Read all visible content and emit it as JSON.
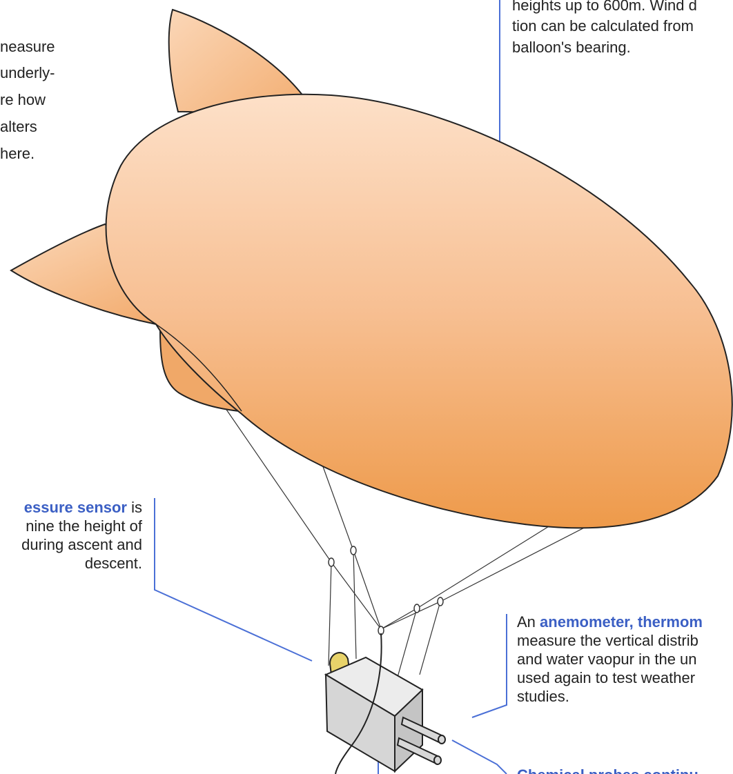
{
  "colors": {
    "accent": "#3b5fc4",
    "callout_line": "#4a6fd6",
    "balloon_light": "#fde0c8",
    "balloon_dark": "#ee9a4a",
    "box_fill": "#dcdcdc",
    "tab_fill": "#e8d36a"
  },
  "left_top_text": {
    "lines": [
      "neasure",
      "underly-",
      "re how",
      "alters",
      "here."
    ]
  },
  "right_top_text": {
    "lines": [
      "heights up to 600m. Wind d",
      "tion can be calculated from",
      "balloon's bearing."
    ]
  },
  "pressure_sensor": {
    "highlight": "essure sensor",
    "after": " is",
    "lines": [
      "nine the height of",
      "during ascent and",
      "descent."
    ]
  },
  "anemometer": {
    "prefix": "An ",
    "highlight": "anemometer, thermom",
    "lines": [
      "measure the vertical distrib",
      "and water vaopur in the un",
      "used again to test weather",
      "studies."
    ]
  },
  "bottom_partial": {
    "text": "Chemical probes continu"
  },
  "icons": {
    "balloon": "blimp-balloon-icon",
    "sensor_box": "instrument-box-icon"
  }
}
